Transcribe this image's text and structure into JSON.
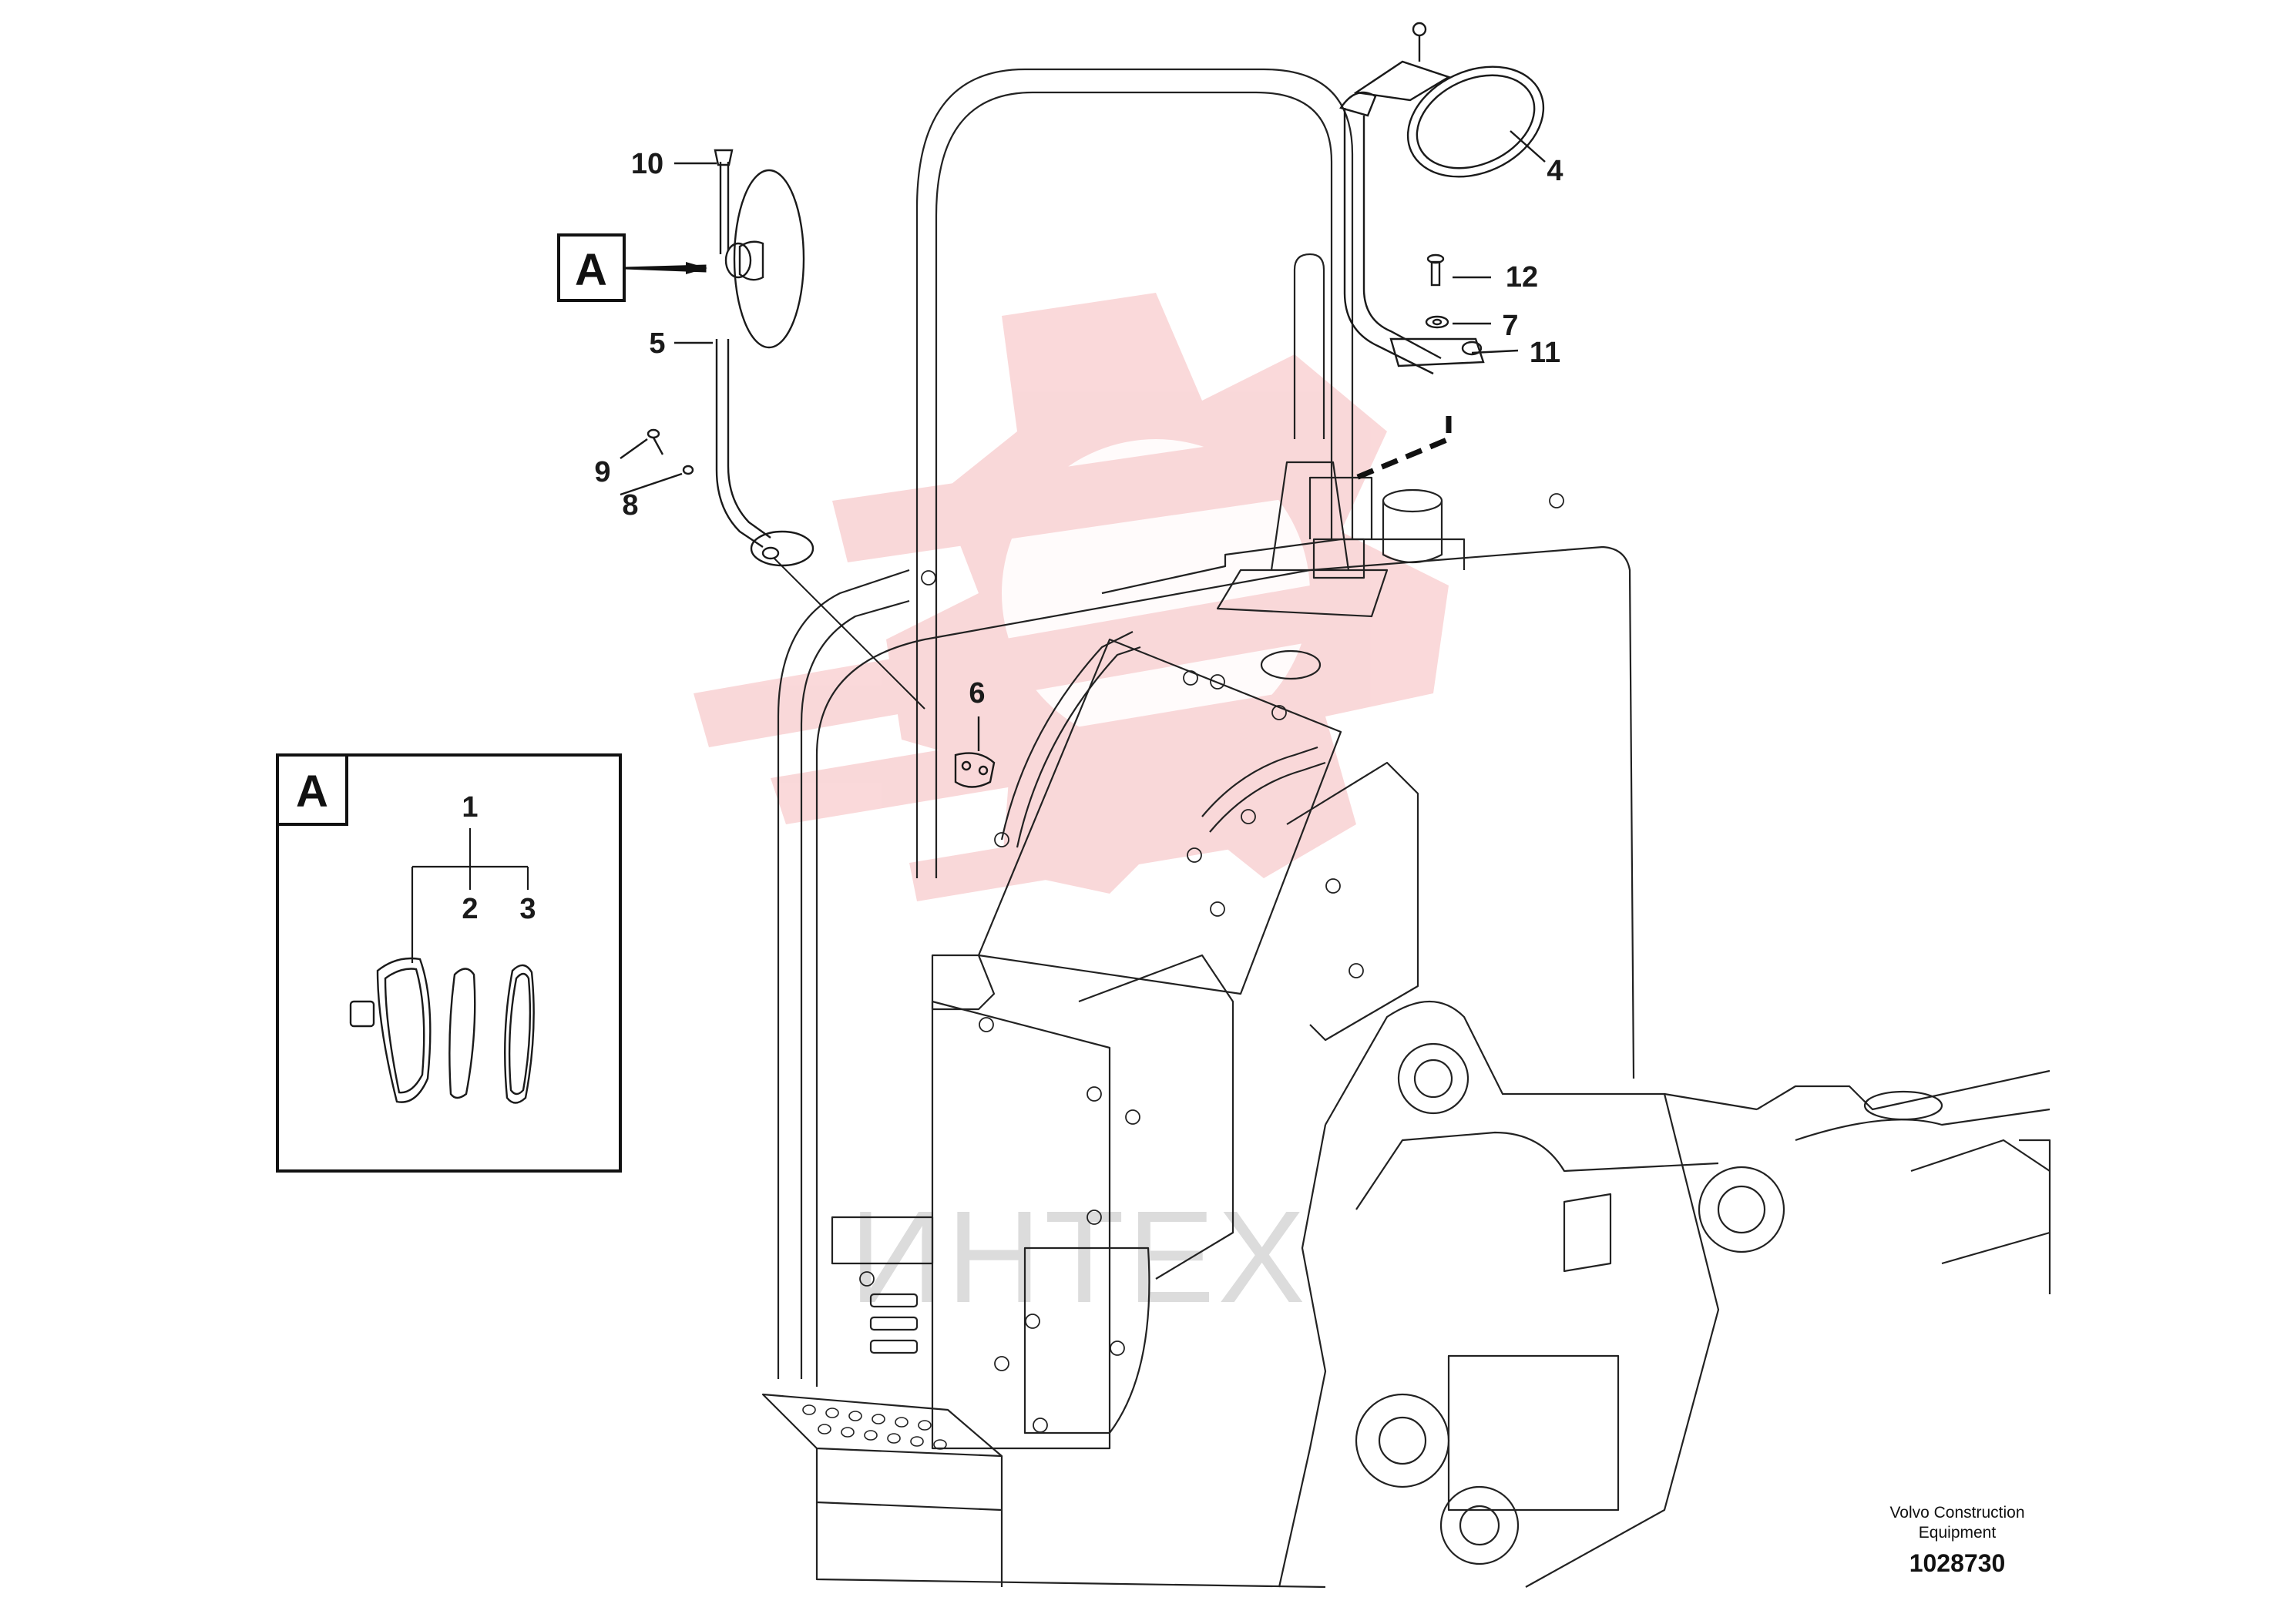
{
  "diagram": {
    "detail_view_label": "A",
    "callouts": [
      "1",
      "2",
      "3",
      "4",
      "5",
      "6",
      "7",
      "8",
      "9",
      "10",
      "11",
      "12"
    ],
    "watermark_text": "ИНТЕХ",
    "watermark_color": "#f5b5b8"
  },
  "footer": {
    "company_line1": "Volvo Construction",
    "company_line2": "Equipment",
    "drawing_number": "1028730"
  }
}
